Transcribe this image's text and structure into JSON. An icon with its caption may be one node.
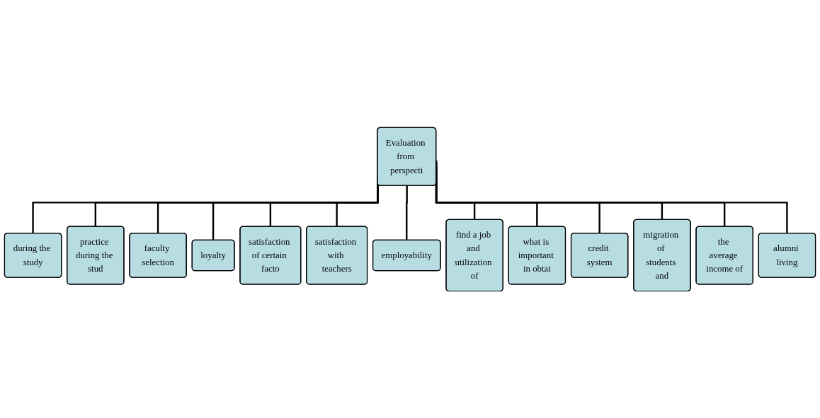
{
  "diagram": {
    "nodes": [
      {
        "text": [
          "Evaluation from perspecti"
        ]
      },
      {
        "text": [
          "during the study"
        ]
      },
      {
        "text": [
          "practice during the stud"
        ]
      },
      {
        "text": [
          "faculty selection"
        ]
      },
      {
        "text": [
          "loyalty"
        ]
      },
      {
        "text": [
          "satisfaction of certain facto"
        ]
      },
      {
        "text": [
          "satisfaction with teachers"
        ]
      },
      {
        "text": [
          "employability"
        ]
      },
      {
        "text": [
          "find a job and utilization of"
        ]
      },
      {
        "text": [
          "what is important in obtai"
        ]
      },
      {
        "text": [
          "credit system"
        ]
      },
      {
        "text": [
          "migration of students and"
        ]
      },
      {
        "text": [
          "the average income of"
        ]
      },
      {
        "text": [
          "alumni living"
        ]
      }
    ],
    "edges": [
      {
        "from": 0,
        "to": 1,
        "arrow": "none"
      },
      {
        "from": 0,
        "to": 2,
        "arrow": "none"
      },
      {
        "from": 0,
        "to": 3,
        "arrow": "none"
      },
      {
        "from": 0,
        "to": 4,
        "arrow": "none"
      },
      {
        "from": 0,
        "to": 5,
        "arrow": "none"
      },
      {
        "from": 0,
        "to": 6,
        "arrow": "none"
      },
      {
        "from": 0,
        "to": 7,
        "arrow": "none"
      },
      {
        "from": 0,
        "to": 8,
        "arrow": "none"
      },
      {
        "from": 0,
        "to": 9,
        "arrow": "none"
      },
      {
        "from": 0,
        "to": 10,
        "arrow": "none"
      },
      {
        "from": 0,
        "to": 11,
        "arrow": "none"
      },
      {
        "from": 0,
        "to": 12,
        "arrow": "none"
      },
      {
        "from": 0,
        "to": 13,
        "arrow": "none"
      }
    ]
  }
}
